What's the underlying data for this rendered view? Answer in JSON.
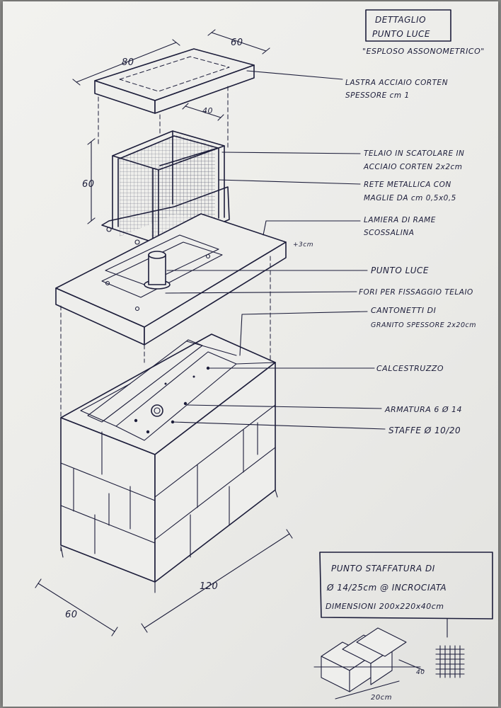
{
  "title": {
    "line1": "DETTAGLIO",
    "line2": "PUNTO LUCE",
    "subtitle": "\"ESPLOSO ASSONOMETRICO\""
  },
  "dimensions": {
    "top_plate_width": "80",
    "top_plate_depth": "60",
    "frame_width": "40",
    "frame_height": "60",
    "slab_offset": "+3cm",
    "base_depth": "60",
    "base_length": "120",
    "detail_step": "20cm",
    "detail_side": "40"
  },
  "labels": [
    {
      "line1": "LASTRA ACCIAIO CORTEN",
      "line2": "SPESSORE cm 1"
    },
    {
      "line1": "TELAIO IN SCATOLARE IN",
      "line2": "ACCIAIO CORTEN 2x2cm"
    },
    {
      "line1": "RETE METALLICA CON",
      "line2": "MAGLIE DA cm 0,5x0,5"
    },
    {
      "line1": "LAMIERA DI RAME",
      "line2": "SCOSSALINA"
    },
    {
      "line1": "PUNTO LUCE",
      "line2": ""
    },
    {
      "line1": "FORI PER FISSAGGIO TELAIO",
      "line2": ""
    },
    {
      "line1": "CANTONETTI DI",
      "line2": "GRANITO SPESSORE 2x20cm"
    },
    {
      "line1": "CALCESTRUZZO",
      "line2": ""
    },
    {
      "line1": "ARMATURA 6 Ø 14",
      "line2": ""
    },
    {
      "line1": "STAFFE Ø 10/20",
      "line2": ""
    }
  ],
  "note_box": {
    "line1": "PUNTO STAFFATURA DI",
    "line2": "Ø 14/25cm @ INCROCIATA",
    "line3": "DIMENSIONI 200x220x40cm"
  }
}
